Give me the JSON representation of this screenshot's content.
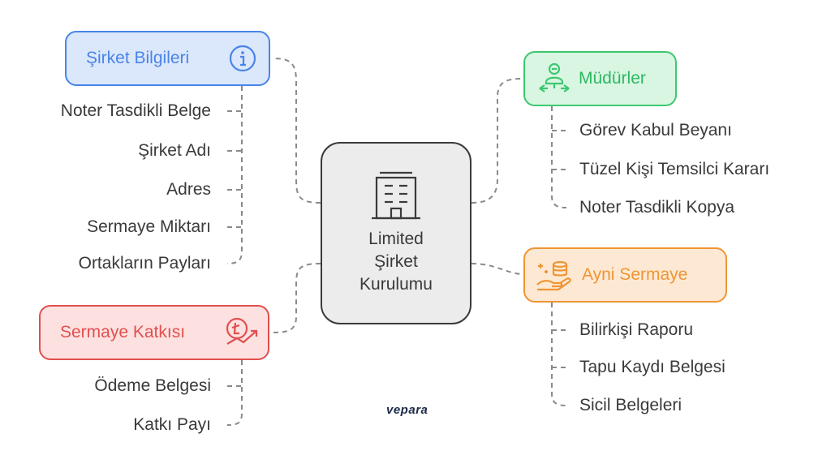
{
  "center": {
    "lines": [
      "Limited",
      "Şirket",
      "Kurulumu"
    ],
    "icon": "building-icon"
  },
  "branches": {
    "sirket_bilgileri": {
      "title": "Şirket Bilgileri",
      "icon": "info-icon",
      "color": "#4a84e8",
      "items": [
        "Noter Tasdikli Belge",
        "Şirket Adı",
        "Adres",
        "Sermaye Miktarı",
        "Ortakların Payları"
      ]
    },
    "sermaye_katkisi": {
      "title": "Sermaye Katkısı",
      "icon": "money-growth-icon",
      "color": "#e0504e",
      "items": [
        "Ödeme Belgesi",
        "Katkı Payı"
      ]
    },
    "mudurler": {
      "title": "Müdürler",
      "icon": "manager-network-icon",
      "color": "#3ec76f",
      "items": [
        "Görev Kabul Beyanı",
        "Tüzel Kişi Temsilci Kararı",
        "Noter Tasdikli Kopya"
      ]
    },
    "ayni_sermaye": {
      "title": "Ayni Sermaye",
      "icon": "hand-coins-icon",
      "color": "#ef9535",
      "items": [
        "Bilirkişi Raporu",
        "Tapu Kaydı Belgesi",
        "Sicil Belgeleri"
      ]
    }
  },
  "watermark": "vepara"
}
